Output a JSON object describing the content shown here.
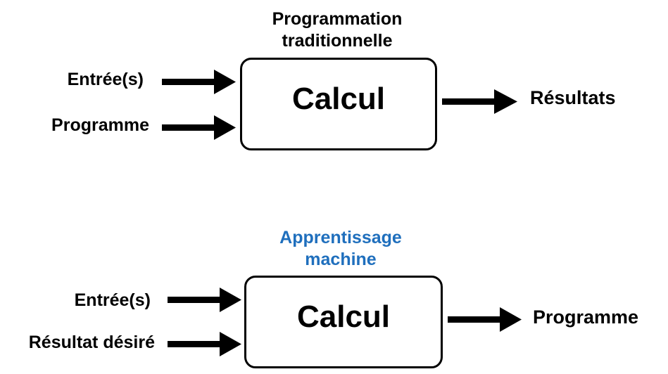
{
  "colors": {
    "text": "#000000",
    "accent": "#1f6fbd"
  },
  "top": {
    "title_line1": "Programmation",
    "title_line2": "traditionnelle",
    "input1": "Entrée(s)",
    "input2": "Programme",
    "box": "Calcul",
    "output": "Résultats"
  },
  "bottom": {
    "title_line1": "Apprentissage",
    "title_line2": "machine",
    "input1": "Entrée(s)",
    "input2": "Résultat désiré",
    "box": "Calcul",
    "output": "Programme"
  }
}
